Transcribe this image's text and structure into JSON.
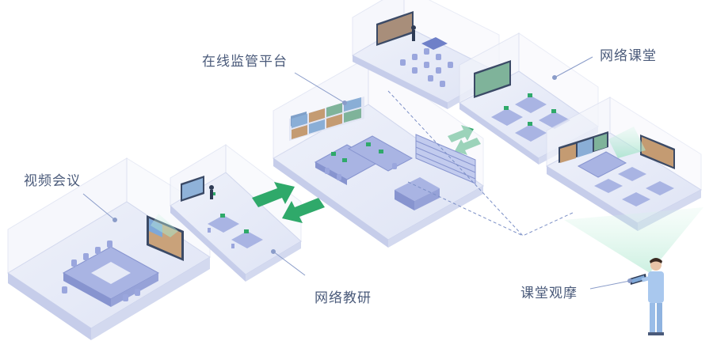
{
  "labels": {
    "monitor_platform": "在线监管平台",
    "video_conference": "视频会议",
    "network_research": "网络教研",
    "network_classroom": "网络课堂",
    "classroom_observation": "课堂观摩"
  },
  "colors": {
    "room_floor": "#e6eaf7",
    "room_wall": "#f3f5fb",
    "room_edge": "#c9d0ea",
    "furniture": "#a9b4e3",
    "furniture_dark": "#8794cf",
    "arrow_green": "#2fa96a",
    "beam_green": "#bfeedd",
    "label_text": "#4a5a7a",
    "connector": "#7b8fc6"
  }
}
